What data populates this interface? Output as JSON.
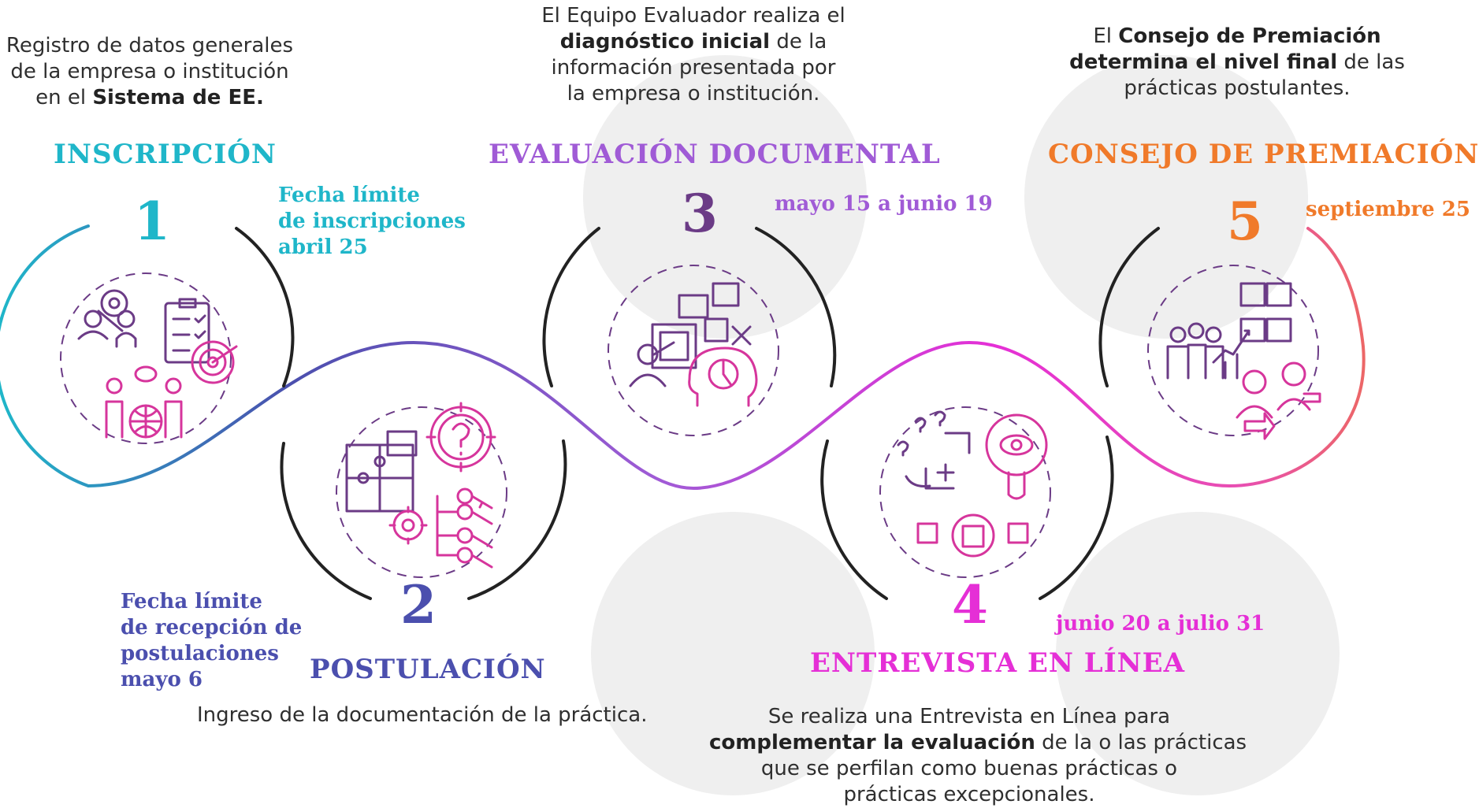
{
  "colors": {
    "teal": "#1fb6c9",
    "indigo": "#4b4fae",
    "purple": "#a05bd6",
    "magenta": "#e52fd6",
    "orange": "#f07a2a",
    "icon_pink": "#d6359c",
    "icon_purple": "#6b3b86",
    "circle_bg": "#efefef"
  },
  "stages": [
    {
      "number": "1",
      "title": "INSCRIPCIÓN",
      "date_lines": [
        "Fecha límite",
        "de inscripciones",
        "abril 25"
      ],
      "icon": "registration-icon-cluster",
      "description": {
        "l1": "Registro de datos generales",
        "l2": "de la empresa o institución",
        "l3_pre": "en el ",
        "l3_bold": "Sistema de EE."
      }
    },
    {
      "number": "2",
      "title": "POSTULACIÓN",
      "date_lines": [
        "Fecha límite",
        "de recepción de",
        "postulaciones",
        "mayo 6"
      ],
      "icon": "puzzle-keys-icon-cluster",
      "description": {
        "l1": "Ingreso de la documentación de la práctica."
      }
    },
    {
      "number": "3",
      "title": "EVALUACIÓN DOCUMENTAL",
      "date": "mayo 15 a junio 19",
      "icon": "evaluation-icon-cluster",
      "description": {
        "l1": "El Equipo Evaluador realiza el",
        "l2_bold": "diagnóstico inicial",
        "l2_post": " de la",
        "l3": "información presentada por",
        "l4": "la empresa o institución."
      }
    },
    {
      "number": "4",
      "title": "ENTREVISTA EN LÍNEA",
      "date": "junio 20 a julio 31",
      "icon": "interview-icon-cluster",
      "description": {
        "l1": "Se realiza una Entrevista en Línea para",
        "l2_bold": "complementar la evaluación",
        "l2_post": " de la o las prácticas",
        "l3": "que se perfilan como buenas prácticas o",
        "l4": "prácticas excepcionales."
      }
    },
    {
      "number": "5",
      "title": "CONSEJO DE PREMIACIÓN",
      "date": "septiembre 25",
      "icon": "award-council-icon-cluster",
      "description": {
        "l1_pre": "El ",
        "l1_bold": "Consejo de Premiación",
        "l2_bold": "determina el nivel final",
        "l2_post": " de las",
        "l3": "prácticas postulantes."
      }
    }
  ]
}
